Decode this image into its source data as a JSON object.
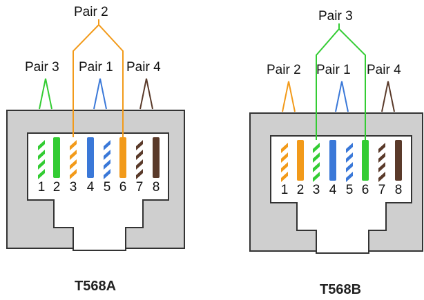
{
  "colors": {
    "green": "#33cc33",
    "orange": "#f29a1a",
    "blue": "#3a78d8",
    "brown": "#5a3a2a",
    "housing": "#cfcfcf",
    "outline": "#333333",
    "white": "#ffffff"
  },
  "pin_numbers": [
    "1",
    "2",
    "3",
    "4",
    "5",
    "6",
    "7",
    "8"
  ],
  "connectors": [
    {
      "name": "T568A",
      "caption": "T568A",
      "pins": [
        "white-green",
        "green",
        "white-orange",
        "blue",
        "white-blue",
        "orange",
        "white-brown",
        "brown"
      ],
      "top_pair": {
        "label": "Pair 2",
        "color": "orange",
        "pins": [
          3,
          6
        ]
      },
      "pairs": [
        {
          "label": "Pair 3",
          "color": "green",
          "pins": [
            1,
            2
          ]
        },
        {
          "label": "Pair 1",
          "color": "blue",
          "pins": [
            4,
            5
          ]
        },
        {
          "label": "Pair 4",
          "color": "brown",
          "pins": [
            7,
            8
          ]
        }
      ]
    },
    {
      "name": "T568B",
      "caption": "T568B",
      "pins": [
        "white-orange",
        "orange",
        "white-green",
        "blue",
        "white-blue",
        "green",
        "white-brown",
        "brown"
      ],
      "top_pair": {
        "label": "Pair 3",
        "color": "green",
        "pins": [
          3,
          6
        ]
      },
      "pairs": [
        {
          "label": "Pair 2",
          "color": "orange",
          "pins": [
            1,
            2
          ]
        },
        {
          "label": "Pair 1",
          "color": "blue",
          "pins": [
            4,
            5
          ]
        },
        {
          "label": "Pair 4",
          "color": "brown",
          "pins": [
            7,
            8
          ]
        }
      ]
    }
  ]
}
